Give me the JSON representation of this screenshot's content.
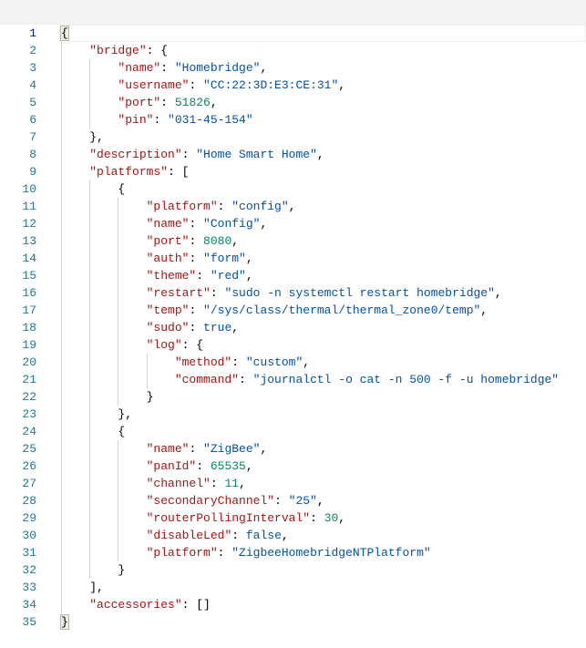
{
  "colors": {
    "key": "#a31515",
    "string": "#0451a5",
    "number": "#098658",
    "keyword": "#0451a5",
    "line_number": "#237893",
    "active_line_number": "#0b216f"
  },
  "editor": {
    "active_line": 1,
    "lines": [
      [
        [
          "p",
          "{"
        ]
      ],
      [
        [
          "ws",
          "    "
        ],
        [
          "key",
          "\"bridge\""
        ],
        [
          "p",
          ": {"
        ]
      ],
      [
        [
          "ws",
          "        "
        ],
        [
          "key",
          "\"name\""
        ],
        [
          "p",
          ": "
        ],
        [
          "str",
          "\"Homebridge\""
        ],
        [
          "p",
          ","
        ]
      ],
      [
        [
          "ws",
          "        "
        ],
        [
          "key",
          "\"username\""
        ],
        [
          "p",
          ": "
        ],
        [
          "str",
          "\"CC:22:3D:E3:CE:31\""
        ],
        [
          "p",
          ","
        ]
      ],
      [
        [
          "ws",
          "        "
        ],
        [
          "key",
          "\"port\""
        ],
        [
          "p",
          ": "
        ],
        [
          "num",
          "51826"
        ],
        [
          "p",
          ","
        ]
      ],
      [
        [
          "ws",
          "        "
        ],
        [
          "key",
          "\"pin\""
        ],
        [
          "p",
          ": "
        ],
        [
          "str",
          "\"031-45-154\""
        ]
      ],
      [
        [
          "ws",
          "    "
        ],
        [
          "p",
          "},"
        ]
      ],
      [
        [
          "ws",
          "    "
        ],
        [
          "key",
          "\"description\""
        ],
        [
          "p",
          ": "
        ],
        [
          "str",
          "\"Home Smart Home\""
        ],
        [
          "p",
          ","
        ]
      ],
      [
        [
          "ws",
          "    "
        ],
        [
          "key",
          "\"platforms\""
        ],
        [
          "p",
          ": ["
        ]
      ],
      [
        [
          "ws",
          "        "
        ],
        [
          "p",
          "{"
        ]
      ],
      [
        [
          "ws",
          "            "
        ],
        [
          "key",
          "\"platform\""
        ],
        [
          "p",
          ": "
        ],
        [
          "str",
          "\"config\""
        ],
        [
          "p",
          ","
        ]
      ],
      [
        [
          "ws",
          "            "
        ],
        [
          "key",
          "\"name\""
        ],
        [
          "p",
          ": "
        ],
        [
          "str",
          "\"Config\""
        ],
        [
          "p",
          ","
        ]
      ],
      [
        [
          "ws",
          "            "
        ],
        [
          "key",
          "\"port\""
        ],
        [
          "p",
          ": "
        ],
        [
          "num",
          "8080"
        ],
        [
          "p",
          ","
        ]
      ],
      [
        [
          "ws",
          "            "
        ],
        [
          "key",
          "\"auth\""
        ],
        [
          "p",
          ": "
        ],
        [
          "str",
          "\"form\""
        ],
        [
          "p",
          ","
        ]
      ],
      [
        [
          "ws",
          "            "
        ],
        [
          "key",
          "\"theme\""
        ],
        [
          "p",
          ": "
        ],
        [
          "str",
          "\"red\""
        ],
        [
          "p",
          ","
        ]
      ],
      [
        [
          "ws",
          "            "
        ],
        [
          "key",
          "\"restart\""
        ],
        [
          "p",
          ": "
        ],
        [
          "str",
          "\"sudo -n systemctl restart homebridge\""
        ],
        [
          "p",
          ","
        ]
      ],
      [
        [
          "ws",
          "            "
        ],
        [
          "key",
          "\"temp\""
        ],
        [
          "p",
          ": "
        ],
        [
          "str",
          "\"/sys/class/thermal/thermal_zone0/temp\""
        ],
        [
          "p",
          ","
        ]
      ],
      [
        [
          "ws",
          "            "
        ],
        [
          "key",
          "\"sudo\""
        ],
        [
          "p",
          ": "
        ],
        [
          "kw",
          "true"
        ],
        [
          "p",
          ","
        ]
      ],
      [
        [
          "ws",
          "            "
        ],
        [
          "key",
          "\"log\""
        ],
        [
          "p",
          ": {"
        ]
      ],
      [
        [
          "ws",
          "                "
        ],
        [
          "key",
          "\"method\""
        ],
        [
          "p",
          ": "
        ],
        [
          "str",
          "\"custom\""
        ],
        [
          "p",
          ","
        ]
      ],
      [
        [
          "ws",
          "                "
        ],
        [
          "key",
          "\"command\""
        ],
        [
          "p",
          ": "
        ],
        [
          "str",
          "\"journalctl -o cat -n 500 -f -u homebridge\""
        ]
      ],
      [
        [
          "ws",
          "            "
        ],
        [
          "p",
          "}"
        ]
      ],
      [
        [
          "ws",
          "        "
        ],
        [
          "p",
          "},"
        ]
      ],
      [
        [
          "ws",
          "        "
        ],
        [
          "p",
          "{"
        ]
      ],
      [
        [
          "ws",
          "            "
        ],
        [
          "key",
          "\"name\""
        ],
        [
          "p",
          ": "
        ],
        [
          "str",
          "\"ZigBee\""
        ],
        [
          "p",
          ","
        ]
      ],
      [
        [
          "ws",
          "            "
        ],
        [
          "key",
          "\"panId\""
        ],
        [
          "p",
          ": "
        ],
        [
          "num",
          "65535"
        ],
        [
          "p",
          ","
        ]
      ],
      [
        [
          "ws",
          "            "
        ],
        [
          "key",
          "\"channel\""
        ],
        [
          "p",
          ": "
        ],
        [
          "num",
          "11"
        ],
        [
          "p",
          ","
        ]
      ],
      [
        [
          "ws",
          "            "
        ],
        [
          "key",
          "\"secondaryChannel\""
        ],
        [
          "p",
          ": "
        ],
        [
          "str",
          "\"25\""
        ],
        [
          "p",
          ","
        ]
      ],
      [
        [
          "ws",
          "            "
        ],
        [
          "key",
          "\"routerPollingInterval\""
        ],
        [
          "p",
          ": "
        ],
        [
          "num",
          "30"
        ],
        [
          "p",
          ","
        ]
      ],
      [
        [
          "ws",
          "            "
        ],
        [
          "key",
          "\"disableLed\""
        ],
        [
          "p",
          ": "
        ],
        [
          "kw",
          "false"
        ],
        [
          "p",
          ","
        ]
      ],
      [
        [
          "ws",
          "            "
        ],
        [
          "key",
          "\"platform\""
        ],
        [
          "p",
          ": "
        ],
        [
          "str",
          "\"ZigbeeHomebridgeNTPlatform\""
        ]
      ],
      [
        [
          "ws",
          "        "
        ],
        [
          "p",
          "}"
        ]
      ],
      [
        [
          "ws",
          "    "
        ],
        [
          "p",
          "],"
        ]
      ],
      [
        [
          "ws",
          "    "
        ],
        [
          "key",
          "\"accessories\""
        ],
        [
          "p",
          ": []"
        ]
      ],
      [
        [
          "p",
          "}"
        ]
      ]
    ]
  }
}
